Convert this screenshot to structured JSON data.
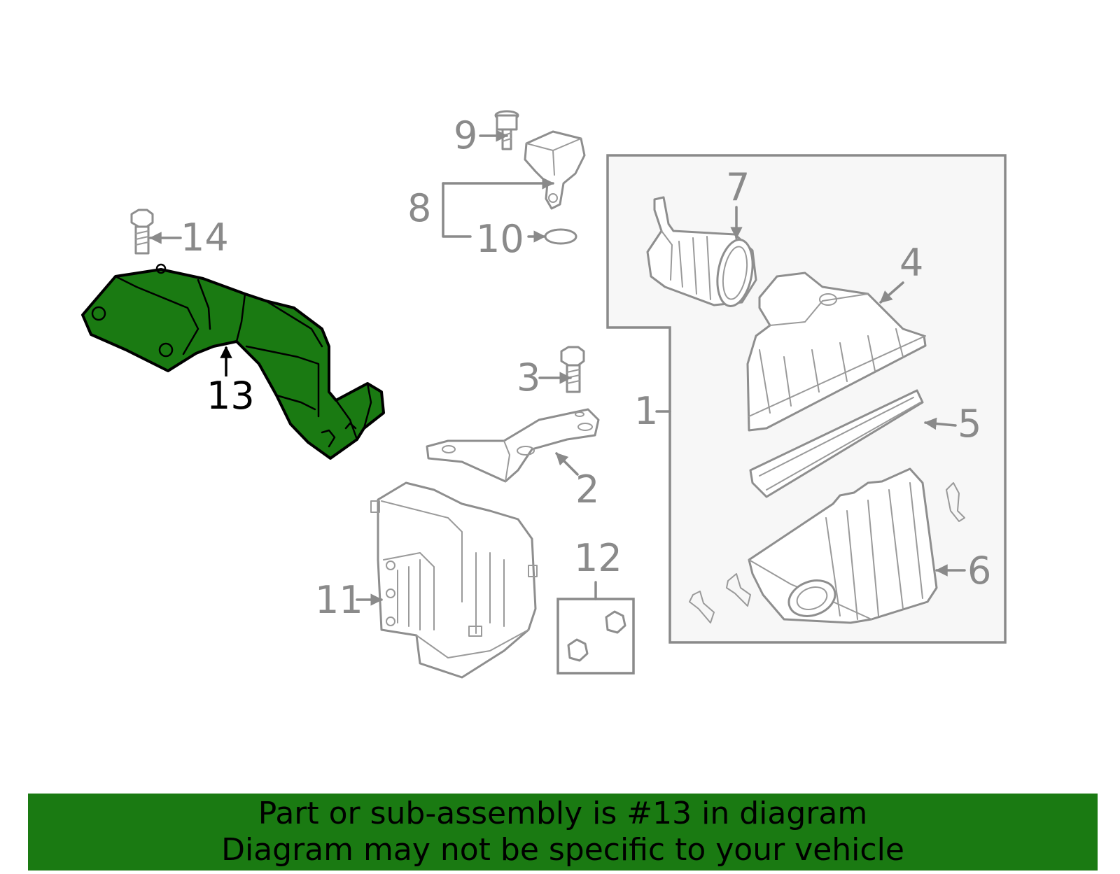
{
  "callouts": {
    "c1": "1",
    "c2": "2",
    "c3": "3",
    "c4": "4",
    "c5": "5",
    "c6": "6",
    "c7": "7",
    "c8": "8",
    "c9": "9",
    "c10": "10",
    "c11": "11",
    "c12": "12",
    "c13": "13",
    "c14": "14"
  },
  "highlight_part": "13",
  "colors": {
    "highlight": "#1a7a12",
    "line": "#8a8a8a",
    "banner": "#1a7a12"
  },
  "banner": {
    "line1": "Part or sub-assembly is #13 in diagram",
    "line2": "Diagram may not be specific to your vehicle"
  }
}
